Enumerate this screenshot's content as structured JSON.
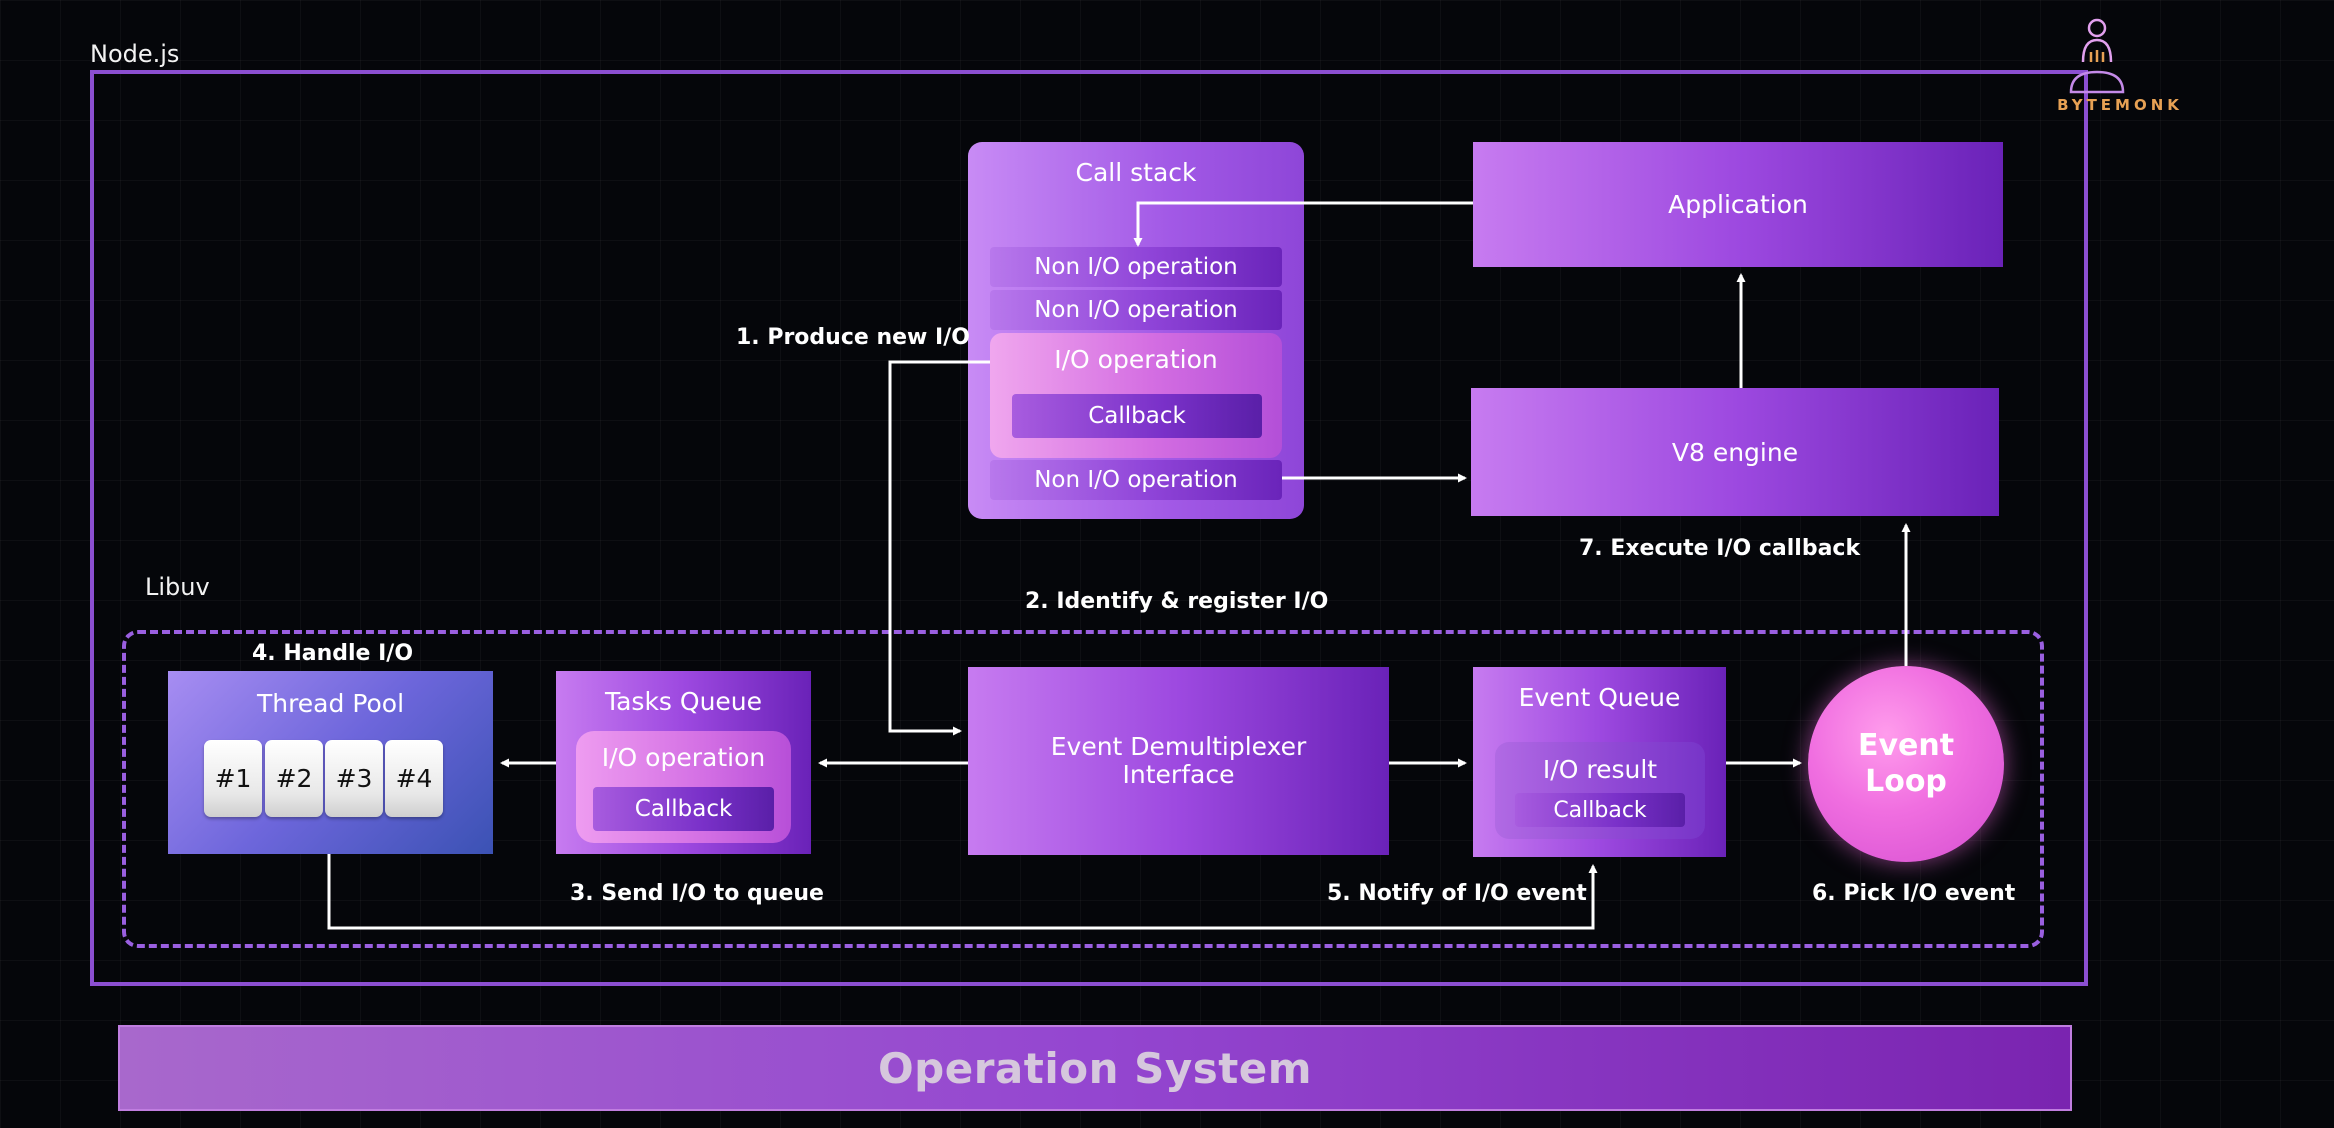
{
  "regions": {
    "nodejs_label": "Node.js",
    "libuv_label": "Libuv"
  },
  "logo": {
    "text": "BYTEMONK",
    "icon": "monk-icon"
  },
  "call_stack": {
    "title": "Call stack",
    "row_1": "Non I/O operation",
    "row_2": "Non I/O operation",
    "io_title": "I/O operation",
    "io_callback": "Callback",
    "row_4": "Non I/O operation"
  },
  "application": {
    "label": "Application"
  },
  "v8_engine": {
    "label": "V8 engine"
  },
  "thread_pool": {
    "title": "Thread Pool",
    "slots": [
      "#1",
      "#2",
      "#3",
      "#4"
    ]
  },
  "tasks_queue": {
    "title": "Tasks Queue",
    "io_title": "I/O operation",
    "callback": "Callback"
  },
  "demultiplexer": {
    "line1": "Event Demultiplexer",
    "line2": "Interface"
  },
  "event_queue": {
    "title": "Event Queue",
    "result": "I/O result",
    "callback": "Callback"
  },
  "event_loop": {
    "line1": "Event",
    "line2": "Loop"
  },
  "steps": {
    "s1": "1. Produce new I/O",
    "s2": "2. Identify & register I/O",
    "s3": "3. Send I/O to queue",
    "s4": "4. Handle I/O",
    "s5": "5. Notify of I/O event",
    "s6": "6. Pick I/O event",
    "s7": "7. Execute I/O callback"
  },
  "os": {
    "label": "Operation System"
  },
  "colors": {
    "background": "#05060a",
    "nodejs_border": "#8b4fd1",
    "libuv_border": "#9a5fe0",
    "arrow": "#ffffff",
    "event_loop": "#f06ee0",
    "logo_accent": "#e7a154"
  }
}
